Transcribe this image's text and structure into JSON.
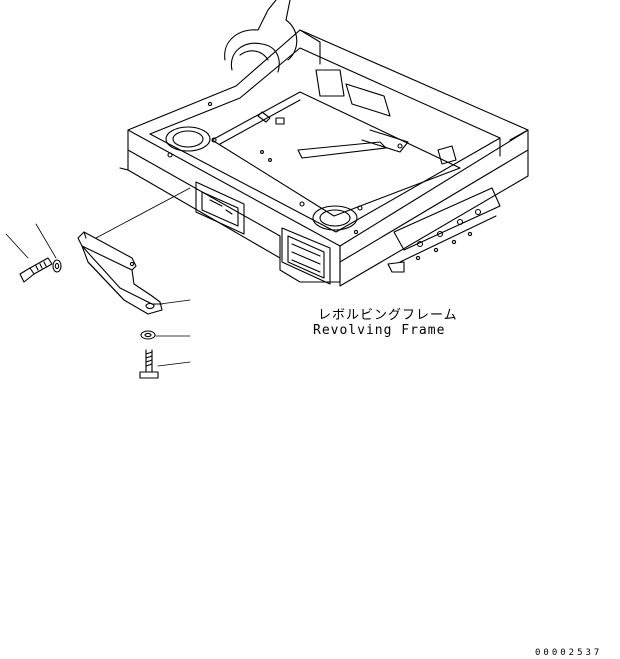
{
  "labels": {
    "part_name_jp": "レボルビングフレーム",
    "part_name_en": "Revolving Frame"
  },
  "drawing_number": "00002537",
  "colors": {
    "line": "#000000",
    "background": "#ffffff"
  }
}
